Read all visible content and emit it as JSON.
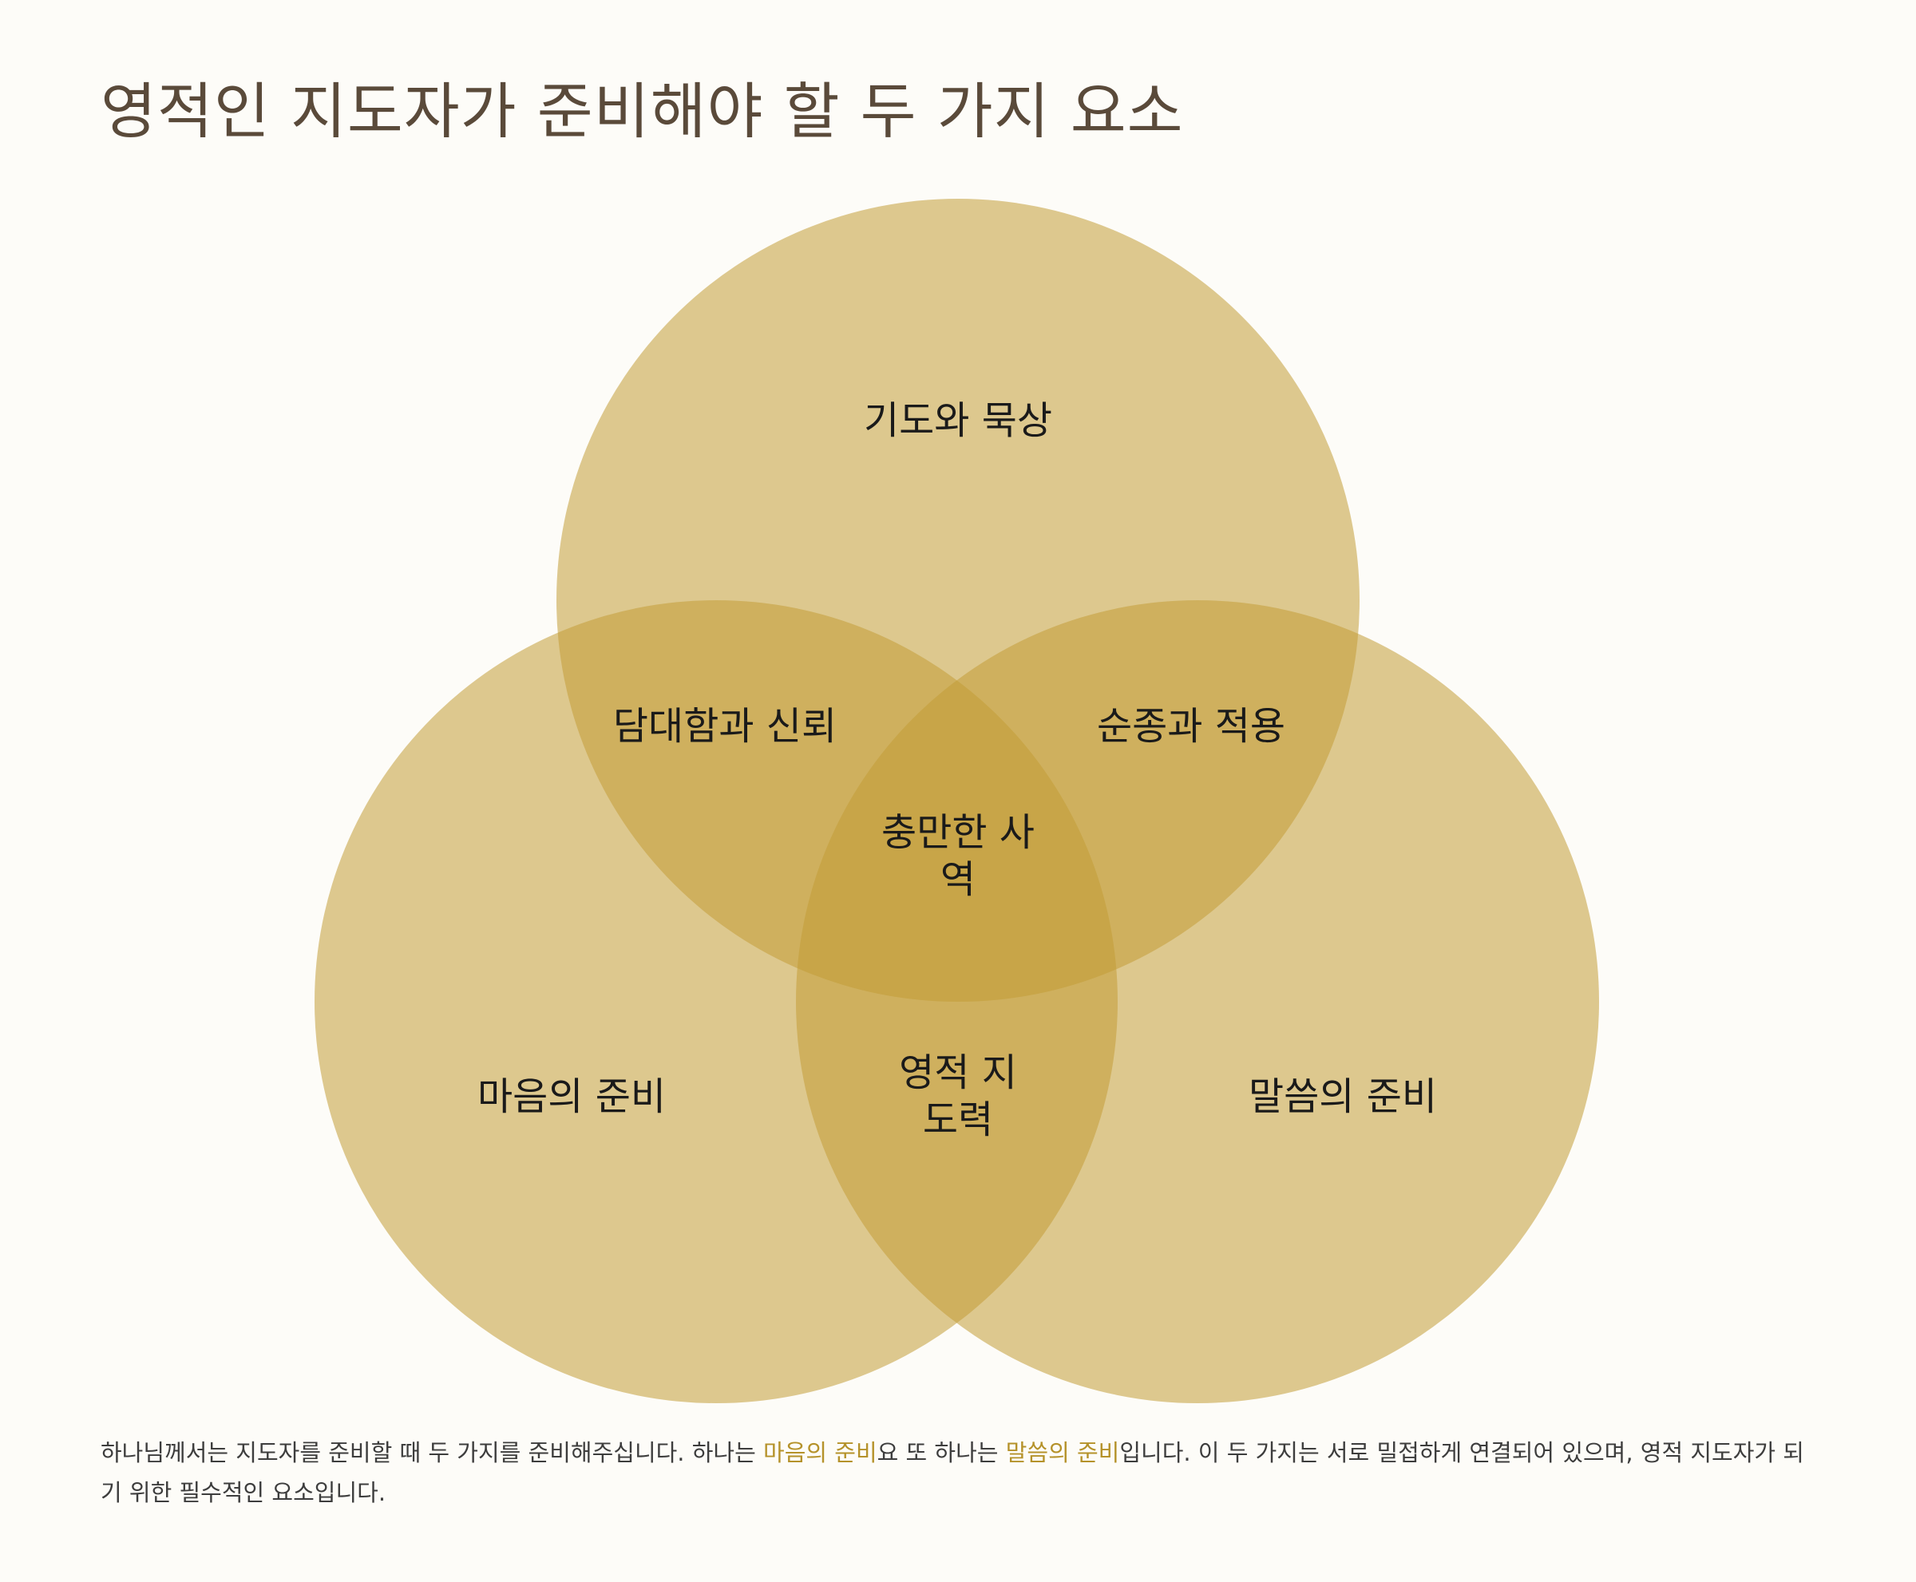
{
  "title": "영적인 지도자가 준비해야 할 두 가지 요소",
  "diagram": {
    "circles": {
      "top": "기도와 묵상",
      "left": "마음의 준비",
      "right": "말씀의 준비"
    },
    "overlaps": {
      "top_left": "담대함과 신뢰",
      "top_right": "순종과 적용",
      "center_line1": "충만한 사",
      "center_line2": "역",
      "bottom_line1": "영적 지",
      "bottom_line2": "도력"
    },
    "colors": {
      "circle_fill": "#c39d37",
      "title_color": "#5a4a3a",
      "highlight_color": "#b5922a",
      "background": "#fdfcf8"
    }
  },
  "description": {
    "part1": "하나님께서는 지도자를 준비할 때 두 가지를 준비해주십니다. 하나는 ",
    "highlight1": "마음의 준비",
    "part2": "요 또 하나는 ",
    "highlight2": "말씀의 준비",
    "part3": "입니다. 이 두 가지는 서로 밀접하게 연결되어 있으며, 영적 지도자가 되기 위한 필수적인 요소입니다."
  }
}
